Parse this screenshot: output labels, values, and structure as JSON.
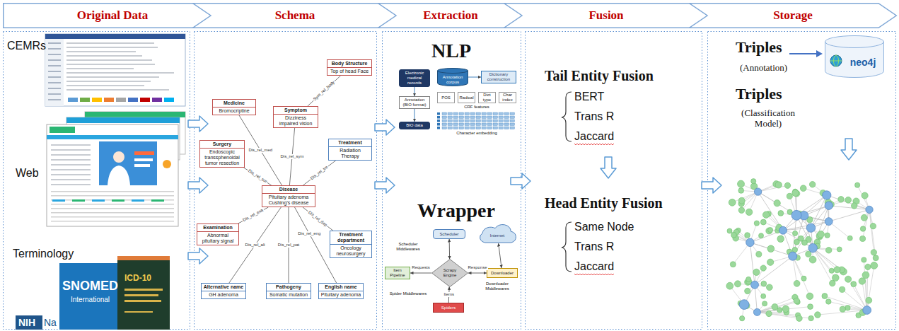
{
  "diagram": {
    "nodes": [
      {
        "text": [
          "Original Data"
        ]
      },
      {
        "text": [
          "Schema"
        ]
      },
      {
        "text": [
          "Extraction"
        ]
      },
      {
        "text": [
          "Fusion"
        ]
      },
      {
        "text": [
          "Storage"
        ]
      },
      {
        "text": [
          "Medicine",
          "Bromocriptine"
        ]
      },
      {
        "text": [
          "Symptom",
          "Dizziness impaired vision"
        ]
      },
      {
        "text": [
          "Body Structure",
          "Top of head Face"
        ]
      },
      {
        "text": [
          "Surgery",
          "Endoscopic transsphenoidal tumor resection"
        ]
      },
      {
        "text": [
          "Treatment",
          "Radiation Therapy"
        ]
      },
      {
        "text": [
          "Disease",
          "Pituitary adenoma Cushing's disease"
        ]
      },
      {
        "text": [
          "Examination",
          "Abnormal pituitary signal"
        ]
      },
      {
        "text": [
          "Treatment department",
          "Oncology neurosurgery"
        ]
      },
      {
        "text": [
          "Alternative name",
          "GH adenoma"
        ]
      },
      {
        "text": [
          "Pathogeny",
          "Somatic mutation"
        ]
      },
      {
        "text": [
          "English name",
          "Pituitary adenoma"
        ]
      },
      {
        "text": [
          "Electronic medical records"
        ]
      },
      {
        "text": [
          "Annotation (BIO format)"
        ]
      },
      {
        "text": [
          "BIO data"
        ]
      },
      {
        "text": [
          "Annotation corpus"
        ]
      },
      {
        "text": [
          "Dictionary construction"
        ]
      },
      {
        "text": [
          "POS"
        ]
      },
      {
        "text": [
          "Radical"
        ]
      },
      {
        "text": [
          "Dict type"
        ]
      },
      {
        "text": [
          "Char index"
        ]
      },
      {
        "text": [
          "Scheduler"
        ]
      },
      {
        "text": [
          "Internet"
        ]
      },
      {
        "text": [
          "Scrapy Engine"
        ]
      },
      {
        "text": [
          "Item Pipeline"
        ]
      },
      {
        "text": [
          "Downloader"
        ]
      },
      {
        "text": [
          "Spiders"
        ]
      },
      {
        "text": [
          "neo4j"
        ]
      }
    ],
    "edges": [
      {
        "from": 10,
        "to": 5,
        "arrow": "none",
        "label": "Dis_rel_med"
      },
      {
        "from": 10,
        "to": 6,
        "arrow": "none",
        "label": "Dis_rel_sym"
      },
      {
        "from": 6,
        "to": 7,
        "arrow": "none",
        "label": "Sym_rel_body"
      },
      {
        "from": 10,
        "to": 9,
        "arrow": "none",
        "label": "Dis_rel_tre"
      },
      {
        "from": 10,
        "to": 12,
        "arrow": "none",
        "label": "Dis_rel_dep"
      },
      {
        "from": 10,
        "to": 8,
        "arrow": "none",
        "label": "Dis_rel_sur"
      },
      {
        "from": 10,
        "to": 11,
        "arrow": "none",
        "label": "Dis_rel_exa"
      },
      {
        "from": 10,
        "to": 13,
        "arrow": "none",
        "label": "Dis_rel_ali"
      },
      {
        "from": 10,
        "to": 14,
        "arrow": "none",
        "label": "Dis_rel_pat"
      },
      {
        "from": 10,
        "to": 15,
        "arrow": "none",
        "label": "Dis_rel_eng"
      },
      {
        "from": 16,
        "to": 17,
        "arrow": "to"
      },
      {
        "from": 17,
        "to": 18,
        "arrow": "to"
      },
      {
        "from": 19,
        "to": 20,
        "arrow": "to"
      },
      {
        "from": 25,
        "to": 27,
        "arrow": "both"
      },
      {
        "from": 27,
        "to": 28,
        "arrow": "to",
        "label": "Requests"
      },
      {
        "from": 27,
        "to": 29,
        "arrow": "both",
        "label": "Response"
      },
      {
        "from": 29,
        "to": 26,
        "arrow": "both"
      },
      {
        "from": 30,
        "to": 27,
        "arrow": "to",
        "label": "Items"
      }
    ],
    "labels": [
      "CEMRs",
      "Web",
      "Terminology",
      "SNOMED",
      "International",
      "ICD-10",
      "NIH",
      "Na",
      "NLP",
      "CRF features",
      "Character embedding",
      "Wrapper",
      "Scheduler Middlewares",
      "Downloader Middlewares",
      "Spider Middlewares",
      "Tail Entity Fusion",
      "BERT",
      "Trans R",
      "Jaccard",
      "Head Entity Fusion",
      "Same Node",
      "Trans R",
      "Jaccard",
      "Triples",
      "(Annotation)",
      "Triples",
      "(Classification Model)"
    ]
  }
}
